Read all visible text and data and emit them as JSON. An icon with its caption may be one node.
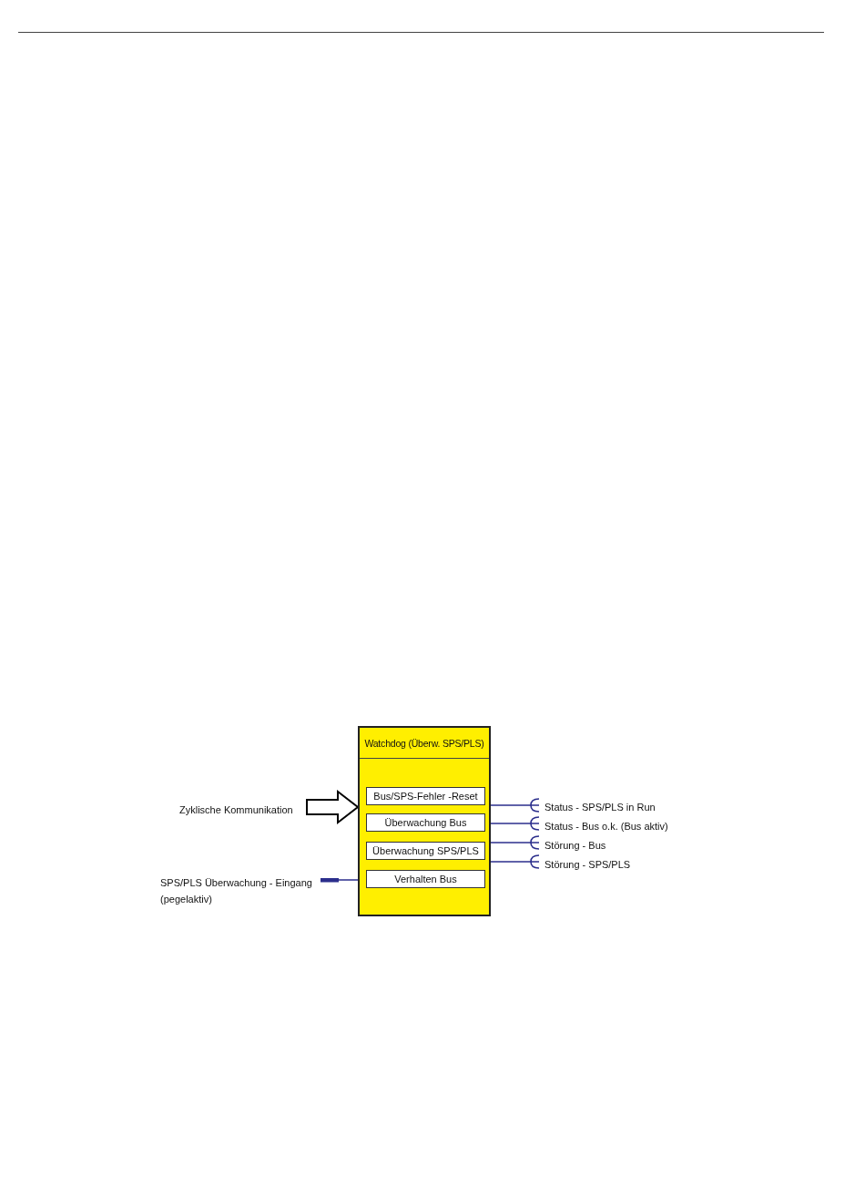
{
  "diagram": {
    "nodes": [
      {
        "text": [
          "Watchdog (Überw. SPS/PLS)"
        ]
      },
      {
        "text": [
          "Bus/SPS-Fehler -Reset"
        ],
        "in": 0
      },
      {
        "text": [
          "Überwachung Bus"
        ],
        "in": 0
      },
      {
        "text": [
          "Überwachung SPS/PLS"
        ],
        "in": 0
      },
      {
        "text": [
          "Verhalten Bus"
        ],
        "in": 0
      },
      {
        "text": [
          "Zyklische Kommunikation"
        ]
      },
      {
        "text": [
          "SPS/PLS Überwachung - Eingang (pegelaktiv)"
        ]
      },
      {
        "text": [
          "Status - SPS/PLS in Run"
        ]
      },
      {
        "text": [
          "Status - Bus o.k. (Bus aktiv)"
        ]
      },
      {
        "text": [
          "Störung - Bus"
        ]
      },
      {
        "text": [
          "Störung - SPS/PLS"
        ]
      }
    ],
    "edges": [
      {
        "from": 5,
        "to": 0,
        "arrow": "to",
        "style": "thick",
        "color": "#000000"
      },
      {
        "from": 0,
        "to": 6,
        "arrow": "other"
      },
      {
        "from": 0,
        "to": 7,
        "arrow": "other"
      },
      {
        "from": 0,
        "to": 8,
        "arrow": "other"
      },
      {
        "from": 0,
        "to": 9,
        "arrow": "other"
      },
      {
        "from": 0,
        "to": 10,
        "arrow": "other"
      }
    ]
  }
}
